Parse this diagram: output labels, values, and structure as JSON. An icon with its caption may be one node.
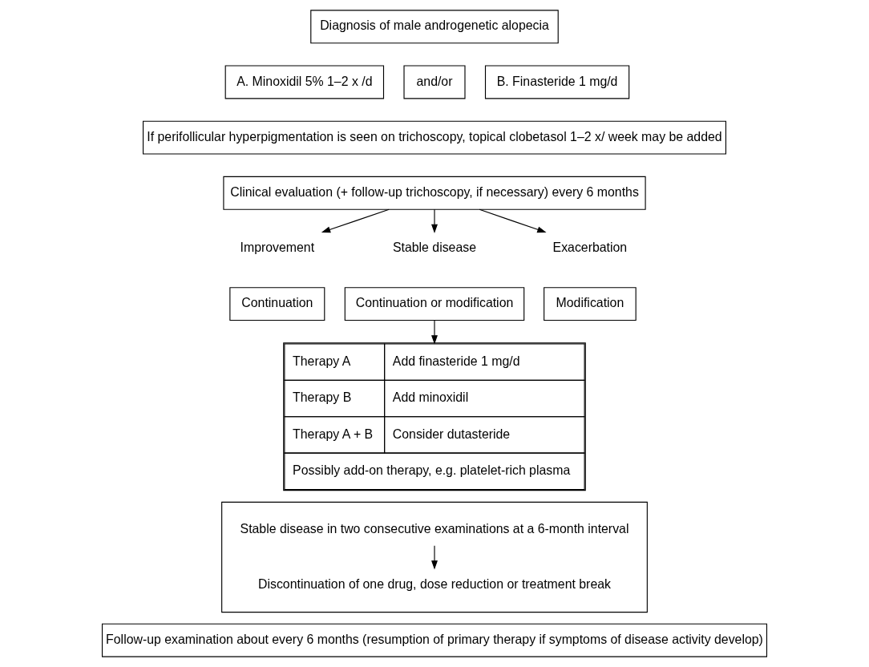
{
  "diagram": {
    "nodes": [
      {
        "text": [
          "Diagnosis of male androgenetic alopecia"
        ]
      },
      {
        "text": [
          "A. Minoxidil 5% 1–2 x /d"
        ]
      },
      {
        "text": [
          "and/or"
        ]
      },
      {
        "text": [
          "B. Finasteride 1 mg/d"
        ]
      },
      {
        "text": [
          "If perifollicular hyperpigmentation is seen on trichoscopy, topical clobetasol 1–2 x/ week may be added"
        ]
      },
      {
        "text": [
          "Clinical evaluation (+ follow-up trichoscopy, if necessary) every 6 months"
        ]
      },
      {
        "text": [
          "Improvement"
        ]
      },
      {
        "text": [
          "Stable disease"
        ]
      },
      {
        "text": [
          "Exacerbation"
        ]
      },
      {
        "text": [
          "Continuation"
        ]
      },
      {
        "text": [
          "Continuation or modification"
        ]
      },
      {
        "text": [
          "Modification"
        ]
      },
      {
        "text": [
          "Therapy A",
          "Add finasteride 1 mg/d",
          "Therapy B",
          "Add minoxidil",
          "Therapy A + B",
          "Consider dutasteride",
          "Possibly add-on therapy, e.g. platelet-rich plasma"
        ]
      },
      {
        "text": [],
        "shape": "box"
      },
      {
        "text": [
          "Stable disease in two consecutive examinations at a 6-month interval"
        ],
        "in": 13
      },
      {
        "text": [
          "Discontinuation of one drug, dose reduction or treatment break"
        ],
        "in": 13
      },
      {
        "text": [
          "Follow-up examination about every 6 months (resumption of primary therapy if symptoms of disease activity develop)"
        ]
      }
    ],
    "edges": [
      {
        "from": 5,
        "to": 6,
        "arrow": "to"
      },
      {
        "from": 5,
        "to": 7,
        "arrow": "to"
      },
      {
        "from": 5,
        "to": 8,
        "arrow": "to"
      },
      {
        "from": 10,
        "to": 12,
        "arrow": "to"
      },
      {
        "from": 14,
        "to": 15,
        "arrow": "to"
      }
    ]
  }
}
